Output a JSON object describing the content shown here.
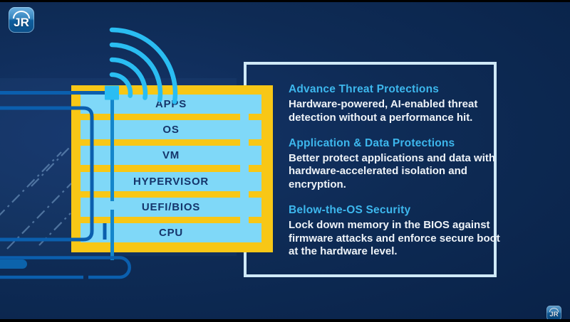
{
  "branding": {
    "logo_text": "JR",
    "watermark_text": "JR"
  },
  "stack": {
    "layers": [
      "APPS",
      "OS",
      "VM",
      "HYPERVISOR",
      "UEFI/BIOS",
      "CPU"
    ]
  },
  "panel": {
    "sections": [
      {
        "title": "Advance Threat Protections",
        "body": "Hardware-powered, AI-enabled threat detection without a performance hit."
      },
      {
        "title": "Application & Data Protections",
        "body": "Better protect applications and data with hardware-accelerated isolation and encryption."
      },
      {
        "title": "Below-the-OS Security",
        "body": "Lock down memory in the BIOS against firmware attacks and enforce secure boot at the hardware level."
      }
    ]
  },
  "icons": {
    "wifi_arcs": "wifi-signal-icon",
    "chip_node": "chip-node-square"
  },
  "colors": {
    "background": "#0e2b55",
    "accent_yellow": "#f8c716",
    "layer_blue": "#7fd8f8",
    "layer_text": "#15356b",
    "heading_blue": "#3db7ed",
    "body_text": "#eef3f8",
    "frame_pale": "#cfe9f7",
    "line_blue": "#0b5fae",
    "cyan_bright": "#2abdf2",
    "line_mid_blue": "#1486cb"
  }
}
